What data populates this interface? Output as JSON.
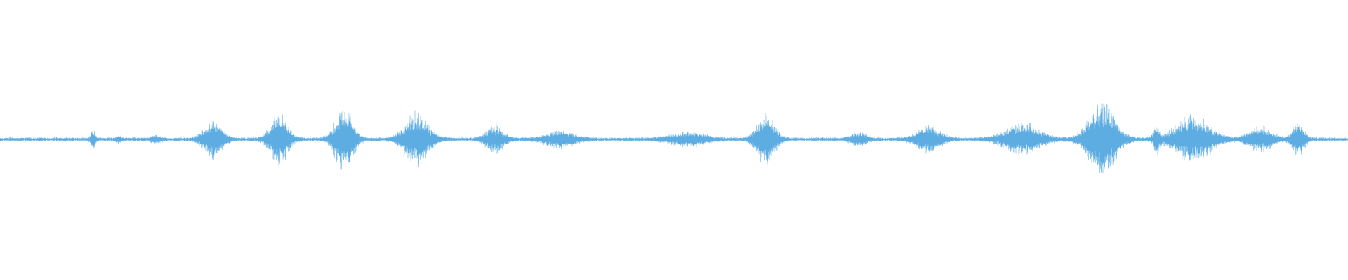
{
  "waveform": {
    "color": "#5dade2",
    "background": "#ffffff",
    "baseline_amplitude": 0.012,
    "bursts": [
      {
        "center": 0.069,
        "amp": 0.07,
        "width": 0.0015
      },
      {
        "center": 0.088,
        "amp": 0.02,
        "width": 0.002
      },
      {
        "center": 0.116,
        "amp": 0.025,
        "width": 0.003
      },
      {
        "center": 0.158,
        "amp": 0.16,
        "width": 0.006
      },
      {
        "center": 0.207,
        "amp": 0.2,
        "width": 0.006
      },
      {
        "center": 0.255,
        "amp": 0.25,
        "width": 0.006
      },
      {
        "center": 0.309,
        "amp": 0.2,
        "width": 0.008
      },
      {
        "center": 0.367,
        "amp": 0.1,
        "width": 0.006
      },
      {
        "center": 0.415,
        "amp": 0.06,
        "width": 0.01
      },
      {
        "center": 0.51,
        "amp": 0.05,
        "width": 0.012
      },
      {
        "center": 0.568,
        "amp": 0.2,
        "width": 0.006
      },
      {
        "center": 0.637,
        "amp": 0.05,
        "width": 0.005
      },
      {
        "center": 0.689,
        "amp": 0.1,
        "width": 0.008
      },
      {
        "center": 0.758,
        "amp": 0.12,
        "width": 0.012
      },
      {
        "center": 0.818,
        "amp": 0.3,
        "width": 0.009
      },
      {
        "center": 0.858,
        "amp": 0.1,
        "width": 0.002
      },
      {
        "center": 0.885,
        "amp": 0.18,
        "width": 0.012
      },
      {
        "center": 0.935,
        "amp": 0.09,
        "width": 0.008
      },
      {
        "center": 0.963,
        "amp": 0.12,
        "width": 0.004
      }
    ]
  }
}
